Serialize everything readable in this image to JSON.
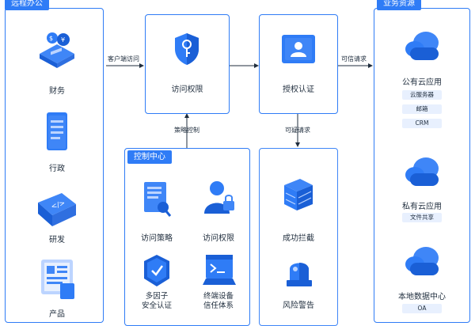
{
  "remote_office": {
    "title": "远程办公",
    "items": [
      "财务",
      "行政",
      "研发",
      "产品"
    ]
  },
  "flow": {
    "client_access": "客户端访问",
    "trusted_request": "可信请求",
    "policy_control": "策略控制",
    "suspicious_request": "可疑请求"
  },
  "access_control": {
    "label": "访问权限"
  },
  "auth": {
    "label": "授权认证"
  },
  "control_center": {
    "title": "控制中心",
    "items": [
      "访问策略",
      "访问权限",
      "多因子\n安全认证",
      "终端设备\n信任体系"
    ]
  },
  "risk": {
    "items": [
      "成功拦截",
      "风险警告"
    ]
  },
  "business": {
    "title": "业务资源",
    "public_cloud": {
      "label": "公有云应用",
      "chips": [
        "云服务器",
        "邮箱",
        "CRM"
      ]
    },
    "private_cloud": {
      "label": "私有云应用",
      "chips": [
        "文件共享"
      ]
    },
    "data_center": {
      "label": "本地数据中心",
      "chips": [
        "OA"
      ]
    }
  },
  "colors": {
    "accent": "#2f7cf6",
    "chip_bg": "#e8f0fe"
  }
}
